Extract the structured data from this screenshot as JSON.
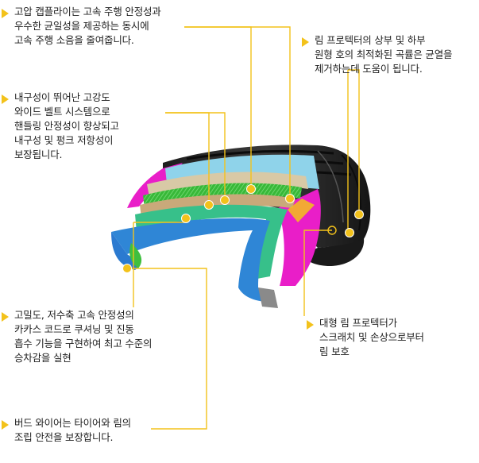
{
  "annotations": {
    "cap_ply": [
      "고압 캡플라이는 고속 주행 안정성과",
      "우수한 균일성을 제공하는 동시에",
      "고속 주행 소음을 줄여줍니다."
    ],
    "belt": [
      "내구성이 뛰어난 고강도",
      "와이드 벨트 시스템으로",
      "핸들링 안정성이 향상되고",
      "내구성 및 펑크 저항성이",
      "보장됩니다."
    ],
    "carcass": [
      "고밀도, 저수축 고속 안정성의",
      "카카스 코드로 쿠셔닝 및 진동",
      "흡수 기능을 구현하여 최고 수준의",
      "승차감을 실현"
    ],
    "bead": [
      "버드 와이어는 타이어와 림의",
      "조립 안전을 보장합니다."
    ],
    "rim_protector_curve": [
      "림 프로텍터의 상부 및 하부",
      "원형 호의 최적화된 곡률은 균열을",
      "제거하는데 도움이 됩니다."
    ],
    "large_rim_protector": [
      "대형 림 프로텍터가",
      "스크래치 및 손상으로부터",
      "림 보호"
    ]
  },
  "colors": {
    "accent": "#f3c21b",
    "leader": "#f3c21b",
    "sidewall": "#e91ec8",
    "tread": "#2b2b2b",
    "belt_steel": "#3fbf3f",
    "cap_ply": "#d8c9a6",
    "inner_liner": "#2f86d6",
    "carcass": "#29c9c0"
  }
}
